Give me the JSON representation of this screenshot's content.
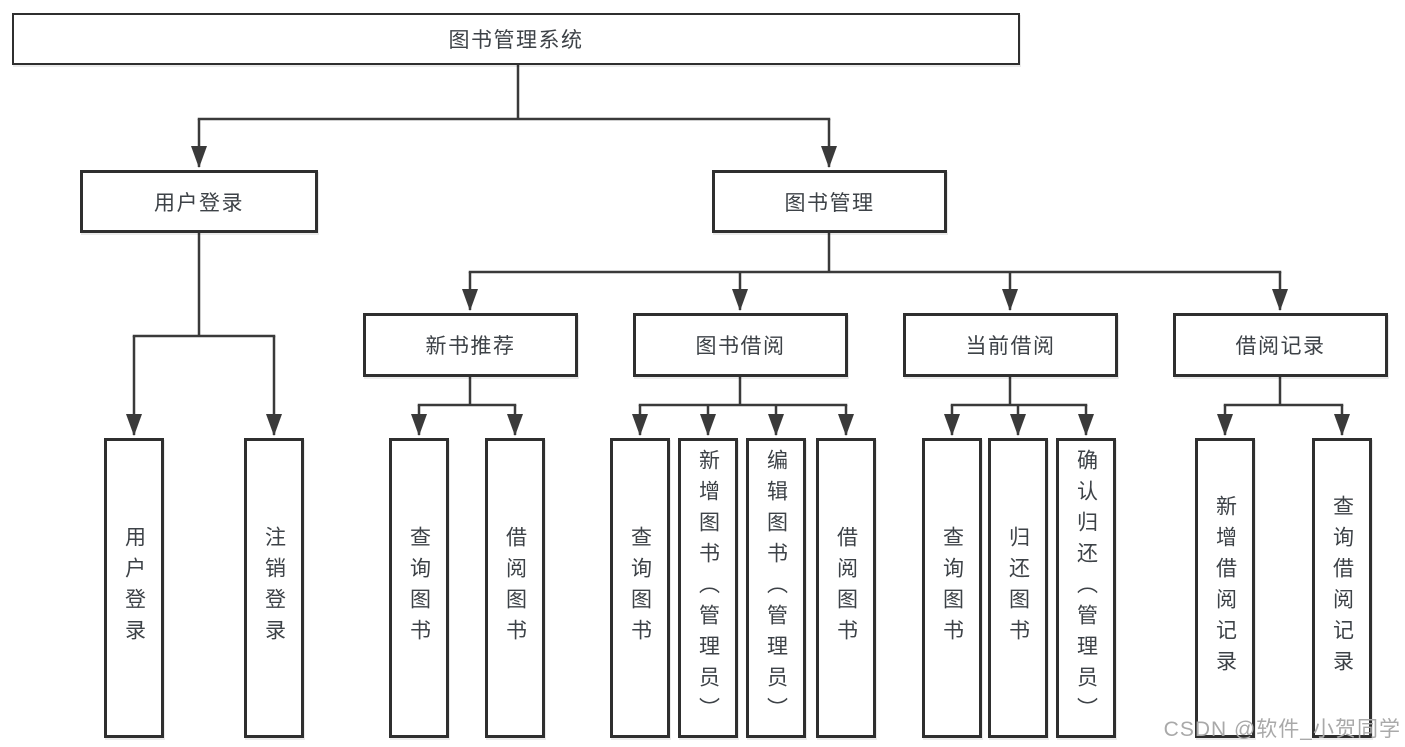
{
  "diagram": {
    "root": {
      "label": "图书管理系统"
    },
    "level2": {
      "user_login": {
        "label": "用户登录"
      },
      "book_mgmt": {
        "label": "图书管理"
      }
    },
    "level3": {
      "new_books": {
        "label": "新书推荐"
      },
      "book_borrow": {
        "label": "图书借阅"
      },
      "current_borrow": {
        "label": "当前借阅"
      },
      "borrow_records": {
        "label": "借阅记录"
      }
    },
    "leaves": {
      "user_login": {
        "label": "用户登录"
      },
      "logout": {
        "label": "注销登录"
      },
      "query_books_rec": {
        "label": "查询图书"
      },
      "borrow_books_rec": {
        "label": "借阅图书"
      },
      "query_books_borrow": {
        "label": "查询图书"
      },
      "add_books_admin": {
        "label": "新增图书（管理员）"
      },
      "edit_books_admin": {
        "label": "编辑图书（管理员）"
      },
      "borrow_books_borrow": {
        "label": "借阅图书"
      },
      "query_books_current": {
        "label": "查询图书"
      },
      "return_books": {
        "label": "归还图书"
      },
      "confirm_return_admin": {
        "label": "确认归还（管理员）"
      },
      "add_borrow_record": {
        "label": "新增借阅记录"
      },
      "query_borrow_record": {
        "label": "查询借阅记录"
      }
    }
  },
  "watermark": {
    "text": "CSDN @软件_小贺同学"
  },
  "colors": {
    "line": "#3a3a3a",
    "border": "#2f2f2f",
    "text": "#3d4247",
    "watermark": "#a9a9a9",
    "background": "#ffffff"
  }
}
